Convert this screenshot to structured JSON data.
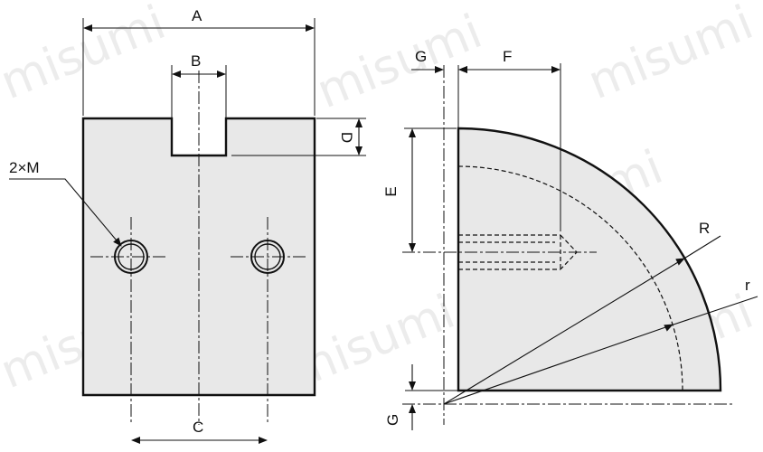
{
  "watermark": "misumi",
  "front_view": {
    "labels": {
      "A": "A",
      "B": "B",
      "C": "C",
      "D": "D",
      "M": "2×M"
    }
  },
  "side_view": {
    "labels": {
      "G_top": "G",
      "F": "F",
      "E": "E",
      "R": "R",
      "r": "r",
      "G_bottom": "G"
    }
  }
}
